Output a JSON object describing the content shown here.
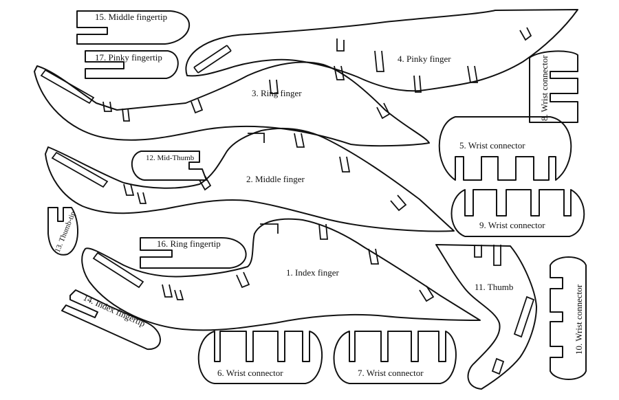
{
  "labels": {
    "p1": "1. Index finger",
    "p2": "2. Middle finger",
    "p3": "3. Ring finger",
    "p4": "4. Pinky finger",
    "p5": "5. Wrist connector",
    "p6": "6. Wrist connector",
    "p7": "7. Wrist connector",
    "p8": "8. Wrist connector",
    "p9": "9. Wrist connector",
    "p10": "10. Wrist connector",
    "p11": "11. Thumb",
    "p12": "12. Mid-Thumb",
    "p13": "13. Thumb-tip",
    "p14": "14. Index fingertip",
    "p15": "15. Middle fingertip",
    "p16": "16. Ring fingertip",
    "p17": "17. Pinky fingertip"
  },
  "colors": {
    "stroke": "#111111",
    "background": "#ffffff"
  }
}
